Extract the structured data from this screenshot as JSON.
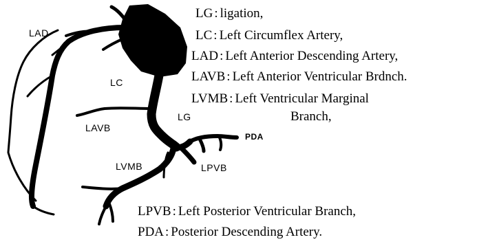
{
  "vessel_labels": {
    "lad": "LAD",
    "lc": "LC",
    "lg": "LG",
    "lavb": "LAVB",
    "lvmb": "LVMB",
    "lpvb": "LPVB",
    "pda": "PDA"
  },
  "legend": [
    {
      "abbr": "LG",
      "separator": ":",
      "text": "ligation,"
    },
    {
      "abbr": "LC",
      "separator": ":",
      "text": "Left Circumflex Artery,"
    },
    {
      "abbr": "LAD",
      "separator": ":",
      "text": "Left Anterior Descending Artery,"
    },
    {
      "abbr": "LAVB",
      "separator": ":",
      "text": "Left Anterior Ventricular Brdnch."
    },
    {
      "abbr": "LVMB",
      "separator": ":",
      "text": "Left Ventricular Marginal"
    },
    {
      "abbr": "",
      "separator": "",
      "text": "Branch,"
    },
    {
      "abbr": "LPVB",
      "separator": ":",
      "text": "Left Posterior Ventricular Branch,"
    },
    {
      "abbr": "PDA",
      "separator": ":",
      "text": "Posterior Descending Artery."
    }
  ],
  "colors": {
    "ink": "#000000",
    "background": "#ffffff"
  }
}
